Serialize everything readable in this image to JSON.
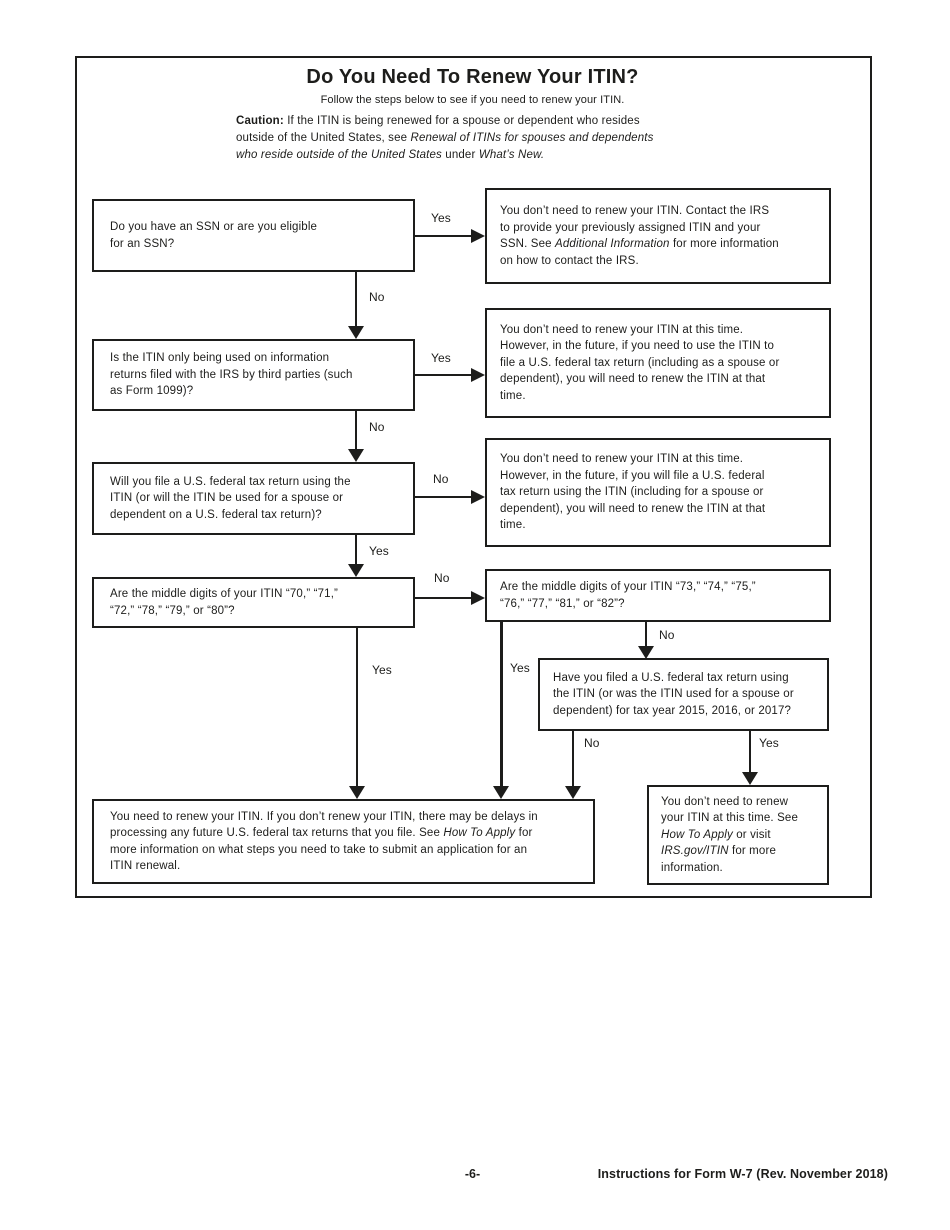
{
  "header": {
    "title": "Do You Need To Renew Your ITIN?",
    "subtitle": "Follow the steps below to see if you need to renew your ITIN.",
    "caution": {
      "label": "Caution:",
      "text1": " If the ITIN is being renewed for a spouse or dependent who resides\noutside of the United States, see ",
      "italic1": "Renewal of ITINs for spouses and dependents\nwho reside outside of the United States",
      "text2": " under ",
      "italic2": "What’s New."
    }
  },
  "flowchart": {
    "q_ssn": {
      "text": "Do you have an SSN or are you eligible\nfor an SSN?"
    },
    "a_ssn": {
      "pre": "You don’t need to renew your ITIN. Contact the IRS\nto provide your previously assigned ITIN and your\nSSN. See ",
      "italic": "Additional Information",
      "post": " for more information\non how to contact the IRS."
    },
    "q_info_returns": {
      "text": "Is the ITIN only being used on information\nreturns filed with the IRS by third parties (such\nas Form 1099)?"
    },
    "a_info_returns": {
      "text": "You don’t need to renew your ITIN at this time.\nHowever, in the future, if you need to use the ITIN to\nfile a U.S. federal tax return (including as a spouse or\ndependent), you will need to renew the ITIN at that\ntime."
    },
    "q_file_return": {
      "text": "Will you file a U.S. federal tax return using the\nITIN (or will the ITIN be used for a spouse or\ndependent on a U.S. federal tax return)?"
    },
    "a_file_return": {
      "text": "You don’t need to renew your ITIN at this time.\nHowever, in the future, if you will file a U.S. federal\ntax return using the ITIN (including for a spouse or\ndependent), you will need to renew the ITIN at that\ntime."
    },
    "q_digits_70": {
      "text": "Are the middle digits of your ITIN “70,” “71,”\n“72,” “78,” “79,” or “80”?"
    },
    "q_digits_73": {
      "text": "Are the middle digits of your ITIN “73,” “74,” “75,”\n“76,” “77,” “81,” or “82”?"
    },
    "q_filed_recent": {
      "text": "Have you filed a U.S. federal tax return using\nthe ITIN (or was the ITIN used for a spouse or\ndependent) for tax year 2015, 2016, or 2017?"
    },
    "renew": {
      "pre": "You need to renew your ITIN. If you don’t renew your ITIN, there may be delays in\nprocessing any future U.S. federal tax returns that you file. See ",
      "italic": "How To Apply",
      "post": " for\nmore information on what steps you need to take to submit an application for an\nITIN renewal."
    },
    "no_renew": {
      "pre": "You don’t need to renew\nyour ITIN at this time. See\n",
      "italic1": "How To Apply",
      "mid": " or visit\n",
      "italic2": "IRS.gov/ITIN",
      "post": " for more\ninformation."
    },
    "labels": {
      "q1_yes": "Yes",
      "q1_no": "No",
      "q2_yes": "Yes",
      "q2_no": "No",
      "q3_no": "No",
      "q3_yes": "Yes",
      "q4_no": "No",
      "q4_yes": "Yes",
      "q5_no": "No",
      "q5_yes": "Yes",
      "q6_no": "No",
      "q6_yes": "Yes"
    }
  },
  "footer": {
    "page_number": "-6-",
    "doc_title": "Instructions for Form W-7 (Rev. November 2018)"
  },
  "colors": {
    "ink": "#1d1d1b",
    "background": "#ffffff"
  }
}
